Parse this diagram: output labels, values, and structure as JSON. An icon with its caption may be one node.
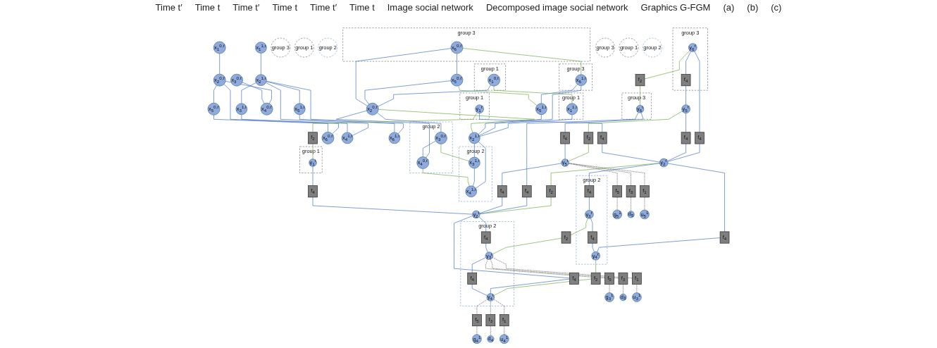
{
  "diagram": {
    "nodes": [
      {
        "text": [
          "group 3"
        ]
      },
      {
        "text": [
          "group 1"
        ]
      },
      {
        "text": [
          "group 2"
        ]
      },
      {
        "text": [
          "x$_{1}$$^{0,t′}$"
        ]
      },
      {
        "text": [
          "x$_{2}$$^{0,t′}$"
        ]
      },
      {
        "text": [
          "x$_{3}$$^{0,t′}$"
        ]
      },
      {
        "text": [
          "x$_{4}$$^{0,t′}$"
        ]
      },
      {
        "text": [
          "x$_{5}$$^{0,t′}$"
        ]
      },
      {
        "text": [
          "x$_{6}$$^{0,t′}$"
        ]
      },
      {
        "text": [
          "group 3"
        ]
      },
      {
        "text": [
          "group 1"
        ]
      },
      {
        "text": [
          "group 2"
        ]
      },
      {
        "text": [
          "x$_{1}$$^{1,t}$"
        ]
      },
      {
        "text": [
          "x$_{2}$$^{1,t}$"
        ]
      },
      {
        "text": [
          "x$_{3}$$^{1,t}$"
        ]
      },
      {
        "text": [
          "x$_{4}$$^{1,t}$"
        ]
      },
      {
        "text": [
          "x$_{5}$$^{1,t}$"
        ]
      },
      {
        "text": [
          "x$_{6}$$^{1,t}$"
        ]
      },
      {
        "text": [
          "group 3"
        ]
      },
      {
        "text": [
          "x$_{6}$$^{0,t′}$"
        ],
        "in": 18
      },
      {
        "text": [
          "group 1"
        ]
      },
      {
        "text": [
          "x$_{1}$$^{0,t′}$"
        ],
        "in": 20
      },
      {
        "text": [
          "x$_{2}$$^{0,t′}$"
        ]
      },
      {
        "text": [
          "x$_{5}$$^{0,t′}$"
        ]
      },
      {
        "text": [
          "group 2"
        ]
      },
      {
        "text": [
          "x$_{3}$$^{0,t′}$"
        ],
        "in": 24
      },
      {
        "text": [
          "x$_{4}$$^{0,t′}$"
        ],
        "in": 24
      },
      {
        "text": [
          "group 3"
        ]
      },
      {
        "text": [
          "x$_{6}$$^{1,t}$"
        ],
        "in": 27
      },
      {
        "text": [
          "group 1"
        ]
      },
      {
        "text": [
          "x$_{1}$$^{1,t}$"
        ],
        "in": 29
      },
      {
        "text": [
          "x$_{2}$$^{1,t}$"
        ]
      },
      {
        "text": [
          "x$_{5}$$^{1,t}$"
        ]
      },
      {
        "text": [
          "group 2"
        ]
      },
      {
        "text": [
          "x$_{3}$$^{1,t}$"
        ],
        "in": 33
      },
      {
        "text": [
          "x$_{4}$$^{1,t}$"
        ],
        "in": 33
      },
      {
        "text": [
          "group 3"
        ]
      },
      {
        "text": [
          "y$_{6}$$^{t′}$"
        ],
        "in": 36
      },
      {
        "text": [
          "group 1"
        ]
      },
      {
        "text": [
          "y$_{1}$$^{t′}$"
        ],
        "in": 38
      },
      {
        "text": [
          "y$_{2}$$^{t′}$"
        ]
      },
      {
        "text": [
          "y$_{5}$$^{t′}$"
        ]
      },
      {
        "text": [
          "group 2"
        ]
      },
      {
        "text": [
          "y$_{3}$$^{t′}$"
        ],
        "in": 42
      },
      {
        "text": [
          "y$_{4}$$^{t′}$"
        ],
        "in": 42
      },
      {
        "text": [
          "group 3"
        ]
      },
      {
        "text": [
          "y$_{6}$$^{t}$"
        ],
        "in": 45
      },
      {
        "text": [
          "group 1"
        ]
      },
      {
        "text": [
          "y$_{1}$$^{t}$"
        ],
        "in": 47
      },
      {
        "text": [
          "y$_{2}$$^{t}$"
        ]
      },
      {
        "text": [
          "y$_{5}$$^{t}$"
        ]
      },
      {
        "text": [
          "group 2"
        ]
      },
      {
        "text": [
          "y$_{3}$$^{t}$"
        ],
        "in": 51
      },
      {
        "text": [
          "y$_{4}$$^{t}$"
        ],
        "in": 51
      },
      {
        "text": [
          "g$_{5}$$^{1}$"
        ]
      },
      {
        "text": [
          "d$_{5}$"
        ]
      },
      {
        "text": [
          "u$_{5}$$^{1}$"
        ]
      },
      {
        "text": [
          "g$_{3}$$^{1}$"
        ]
      },
      {
        "text": [
          "d$_{3}$"
        ]
      },
      {
        "text": [
          "u$_{3}$$^{1}$"
        ]
      },
      {
        "text": [
          "g$_{4}$$^{1}$"
        ]
      },
      {
        "text": [
          "d$_{4}$"
        ]
      },
      {
        "text": [
          "u$_{4}$$^{1}$"
        ]
      },
      {
        "text": [
          "f$_{4}$"
        ]
      },
      {
        "text": [
          "f$_{4}$"
        ],
        "in": 36
      },
      {
        "text": [
          "f$_{4}$"
        ]
      },
      {
        "text": [
          "f$_{4}$"
        ]
      },
      {
        "text": [
          "f$_{4}$"
        ],
        "in": 42
      },
      {
        "text": [
          "f$_{4}$"
        ]
      },
      {
        "text": [
          "f$_{4}$"
        ],
        "in": 42
      },
      {
        "text": [
          "f$_{2}$"
        ]
      },
      {
        "text": [
          "f$_{2}$"
        ]
      },
      {
        "text": [
          "f$_{2}$"
        ]
      },
      {
        "text": [
          "f$_{2}$"
        ]
      },
      {
        "text": [
          "f$_{2}$"
        ]
      },
      {
        "text": [
          "f$_{2}$"
        ]
      },
      {
        "text": [
          "f$_{4}$"
        ]
      },
      {
        "text": [
          "f$_{4}$"
        ]
      },
      {
        "text": [
          "f$_{4}$"
        ]
      },
      {
        "text": [
          "f$_{4}$"
        ]
      },
      {
        "text": [
          "f$_{4}$"
        ],
        "in": 51
      },
      {
        "text": [
          "f$_{4}$"
        ]
      },
      {
        "text": [
          "f$_{4}$"
        ],
        "in": 51
      },
      {
        "text": [
          "f$_{5}$"
        ]
      },
      {
        "text": [
          "f$_{3}$"
        ]
      },
      {
        "text": [
          "f$_{1}$"
        ]
      },
      {
        "text": [
          "f$_{5}$"
        ]
      },
      {
        "text": [
          "f$_{3}$"
        ]
      },
      {
        "text": [
          "f$_{1}$"
        ]
      },
      {
        "text": [
          "f$_{5}$"
        ]
      },
      {
        "text": [
          "f$_{3}$"
        ]
      },
      {
        "text": [
          "f$_{1}$"
        ]
      }
    ],
    "edges": [
      {
        "from": 3,
        "to": 4,
        "arrow": "none"
      },
      {
        "from": 4,
        "to": 8,
        "arrow": "none"
      },
      {
        "from": 4,
        "to": 7,
        "arrow": "none"
      },
      {
        "from": 7,
        "to": 8,
        "arrow": "none"
      },
      {
        "from": 4,
        "to": 6,
        "arrow": "none"
      },
      {
        "from": 5,
        "to": 6,
        "arrow": "none"
      },
      {
        "from": 12,
        "to": 13,
        "arrow": "none"
      },
      {
        "from": 13,
        "to": 17,
        "arrow": "none"
      },
      {
        "from": 13,
        "to": 16,
        "arrow": "none"
      },
      {
        "from": 16,
        "to": 17,
        "arrow": "none"
      },
      {
        "from": 13,
        "to": 14,
        "arrow": "none"
      },
      {
        "from": 13,
        "to": 15,
        "arrow": "none"
      },
      {
        "from": 14,
        "to": 15,
        "arrow": "none"
      },
      {
        "from": 21,
        "to": 22,
        "arrow": "none"
      },
      {
        "from": 22,
        "to": 19,
        "arrow": "none"
      },
      {
        "from": 19,
        "to": 23,
        "arrow": "none"
      },
      {
        "from": 23,
        "to": 22,
        "arrow": "none"
      },
      {
        "from": 22,
        "to": 25,
        "arrow": "none"
      },
      {
        "from": 22,
        "to": 26,
        "arrow": "none"
      },
      {
        "from": 25,
        "to": 26,
        "arrow": "none"
      },
      {
        "from": 30,
        "to": 31,
        "arrow": "none"
      },
      {
        "from": 28,
        "to": 31,
        "arrow": "none"
      },
      {
        "from": 28,
        "to": 32,
        "arrow": "none"
      },
      {
        "from": 32,
        "to": 31,
        "arrow": "none"
      },
      {
        "from": 31,
        "to": 34,
        "arrow": "none"
      },
      {
        "from": 31,
        "to": 35,
        "arrow": "none"
      },
      {
        "from": 34,
        "to": 35,
        "arrow": "none"
      },
      {
        "from": 19,
        "to": 28,
        "arrow": "none",
        "color": "#70ad47"
      },
      {
        "from": 23,
        "to": 32,
        "arrow": "none",
        "color": "#70ad47"
      },
      {
        "from": 21,
        "to": 30,
        "arrow": "none",
        "color": "#70ad47"
      },
      {
        "from": 22,
        "to": 31,
        "arrow": "none",
        "color": "#70ad47"
      },
      {
        "from": 26,
        "to": 35,
        "arrow": "none",
        "color": "#70ad47"
      },
      {
        "from": 25,
        "to": 34,
        "arrow": "none",
        "color": "#70ad47"
      },
      {
        "from": 37,
        "to": 63,
        "arrow": "none"
      },
      {
        "from": 63,
        "to": 40,
        "arrow": "none"
      },
      {
        "from": 37,
        "to": 64,
        "arrow": "none"
      },
      {
        "from": 64,
        "to": 41,
        "arrow": "none"
      },
      {
        "from": 41,
        "to": 65,
        "arrow": "none"
      },
      {
        "from": 65,
        "to": 40,
        "arrow": "none"
      },
      {
        "from": 39,
        "to": 66,
        "arrow": "none"
      },
      {
        "from": 66,
        "to": 40,
        "arrow": "none"
      },
      {
        "from": 40,
        "to": 67,
        "arrow": "none"
      },
      {
        "from": 67,
        "to": 43,
        "arrow": "none"
      },
      {
        "from": 40,
        "to": 68,
        "arrow": "none"
      },
      {
        "from": 68,
        "to": 44,
        "arrow": "none"
      },
      {
        "from": 43,
        "to": 69,
        "arrow": "none"
      },
      {
        "from": 69,
        "to": 44,
        "arrow": "none"
      },
      {
        "from": 37,
        "to": 70,
        "arrow": "none",
        "color": "#70ad47"
      },
      {
        "from": 70,
        "to": 46,
        "arrow": "none",
        "color": "#70ad47"
      },
      {
        "from": 39,
        "to": 71,
        "arrow": "none",
        "color": "#70ad47"
      },
      {
        "from": 71,
        "to": 48,
        "arrow": "none",
        "color": "#70ad47"
      },
      {
        "from": 41,
        "to": 72,
        "arrow": "none",
        "color": "#70ad47"
      },
      {
        "from": 72,
        "to": 50,
        "arrow": "none",
        "color": "#70ad47"
      },
      {
        "from": 40,
        "to": 73,
        "arrow": "none",
        "color": "#70ad47"
      },
      {
        "from": 73,
        "to": 49,
        "arrow": "none",
        "color": "#70ad47"
      },
      {
        "from": 44,
        "to": 74,
        "arrow": "none",
        "color": "#70ad47"
      },
      {
        "from": 74,
        "to": 53,
        "arrow": "none",
        "color": "#70ad47"
      },
      {
        "from": 43,
        "to": 75,
        "arrow": "none",
        "color": "#70ad47"
      },
      {
        "from": 75,
        "to": 52,
        "arrow": "none",
        "color": "#70ad47"
      },
      {
        "from": 46,
        "to": 76,
        "arrow": "none"
      },
      {
        "from": 76,
        "to": 49,
        "arrow": "none"
      },
      {
        "from": 46,
        "to": 77,
        "arrow": "none"
      },
      {
        "from": 77,
        "to": 50,
        "arrow": "none"
      },
      {
        "from": 50,
        "to": 78,
        "arrow": "none"
      },
      {
        "from": 78,
        "to": 49,
        "arrow": "none"
      },
      {
        "from": 48,
        "to": 79,
        "arrow": "none"
      },
      {
        "from": 79,
        "to": 49,
        "arrow": "none"
      },
      {
        "from": 49,
        "to": 80,
        "arrow": "none"
      },
      {
        "from": 80,
        "to": 52,
        "arrow": "none"
      },
      {
        "from": 49,
        "to": 81,
        "arrow": "none"
      },
      {
        "from": 81,
        "to": 53,
        "arrow": "none"
      },
      {
        "from": 52,
        "to": 82,
        "arrow": "none"
      },
      {
        "from": 82,
        "to": 53,
        "arrow": "none"
      },
      {
        "from": 50,
        "to": 83,
        "arrow": "none",
        "style": "dashed",
        "color": "#333333"
      },
      {
        "from": 83,
        "to": 54,
        "arrow": "none",
        "style": "dashed",
        "color": "#333333"
      },
      {
        "from": 50,
        "to": 84,
        "arrow": "none",
        "style": "dashed",
        "color": "#333333"
      },
      {
        "from": 84,
        "to": 55,
        "arrow": "none",
        "style": "dashed",
        "color": "#333333"
      },
      {
        "from": 50,
        "to": 85,
        "arrow": "none",
        "style": "dashed",
        "color": "#333333"
      },
      {
        "from": 85,
        "to": 56,
        "arrow": "none",
        "style": "dashed",
        "color": "#333333"
      },
      {
        "from": 52,
        "to": 86,
        "arrow": "none",
        "style": "dashed",
        "color": "#333333"
      },
      {
        "from": 86,
        "to": 57,
        "arrow": "none",
        "style": "dashed",
        "color": "#333333"
      },
      {
        "from": 52,
        "to": 87,
        "arrow": "none",
        "style": "dashed",
        "color": "#333333"
      },
      {
        "from": 87,
        "to": 58,
        "arrow": "none",
        "style": "dashed",
        "color": "#333333"
      },
      {
        "from": 52,
        "to": 88,
        "arrow": "none",
        "style": "dashed",
        "color": "#333333"
      },
      {
        "from": 88,
        "to": 59,
        "arrow": "none",
        "style": "dashed",
        "color": "#333333"
      },
      {
        "from": 53,
        "to": 89,
        "arrow": "none",
        "style": "dashed",
        "color": "#333333"
      },
      {
        "from": 89,
        "to": 60,
        "arrow": "none",
        "style": "dashed",
        "color": "#333333"
      },
      {
        "from": 53,
        "to": 90,
        "arrow": "none",
        "style": "dashed",
        "color": "#333333"
      },
      {
        "from": 90,
        "to": 61,
        "arrow": "none",
        "style": "dashed",
        "color": "#333333"
      },
      {
        "from": 53,
        "to": 91,
        "arrow": "none",
        "style": "dashed",
        "color": "#333333"
      },
      {
        "from": 91,
        "to": 62,
        "arrow": "none",
        "style": "dashed",
        "color": "#333333"
      }
    ],
    "labels": [
      "Time t′",
      "Time t",
      "Time t′",
      "Time t",
      "Time t′",
      "Time t",
      "Image social network",
      "Decomposed image social network",
      "Graphics G-FGM",
      "(a)",
      "(b)",
      "(c)"
    ]
  }
}
